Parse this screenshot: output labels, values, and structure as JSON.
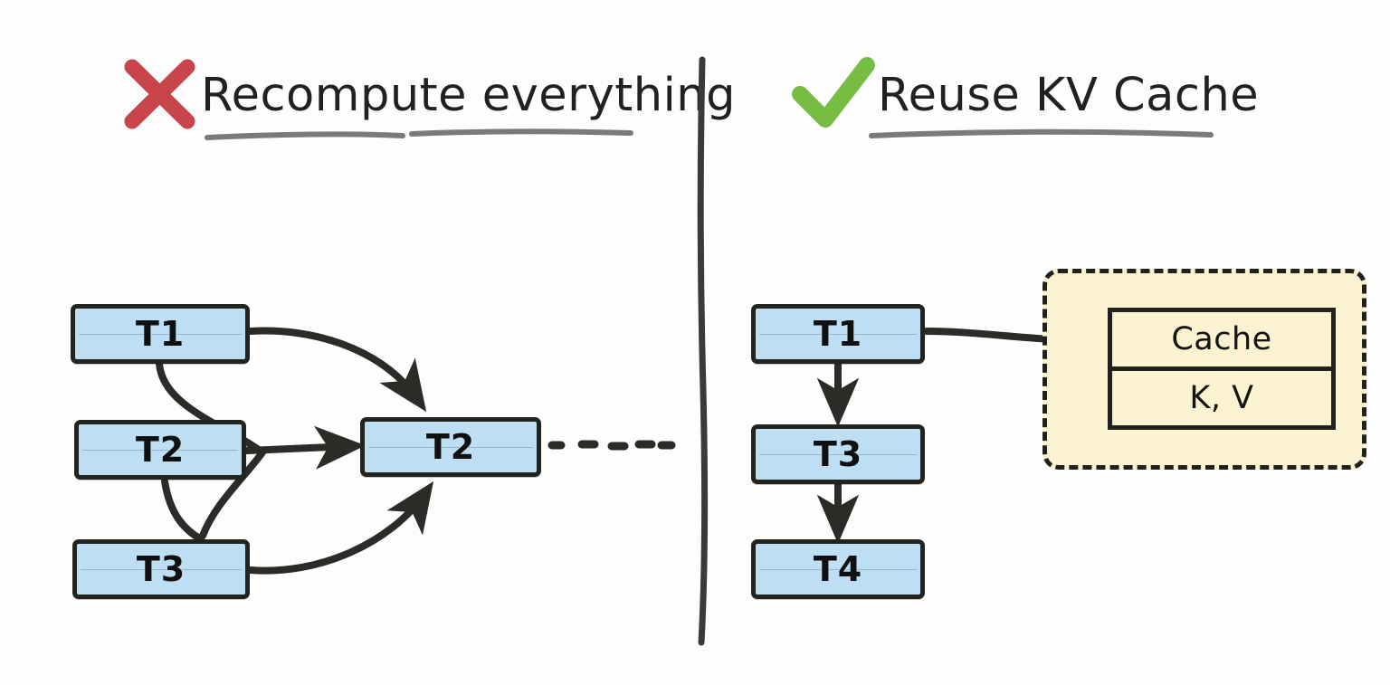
{
  "diagram": {
    "title_left": "Recompute everything",
    "title_right": "Reuse KV Cache",
    "icons": {
      "left": "red-x-icon",
      "right": "green-check-icon"
    },
    "colors": {
      "node_fill": "#bedff3",
      "node_stroke": "#24241f",
      "cache_fill": "#fbf2d2",
      "cache_stroke": "#20201c",
      "red_x": "#c8454c",
      "green_check": "#77bd43",
      "ink": "#2b2b28",
      "divider": "#3a3a37",
      "rule": "#8fb6cd"
    },
    "left_panel": {
      "name": "recompute-everything",
      "source_nodes": [
        {
          "id": "t1",
          "label": "T1"
        },
        {
          "id": "t2",
          "label": "T2"
        },
        {
          "id": "t3",
          "label": "T3"
        }
      ],
      "target_node": {
        "id": "t2-out",
        "label": "T2"
      },
      "edges": [
        {
          "from": "T1",
          "to": "T2",
          "style": "curved-arrow"
        },
        {
          "from": "T2",
          "to": "T2",
          "style": "straight-arrow"
        },
        {
          "from": "T3",
          "to": "T2",
          "style": "curved-arrow"
        }
      ],
      "trailing_dashes": 5
    },
    "right_panel": {
      "name": "reuse-kv-cache",
      "chain_nodes": [
        {
          "id": "r-t1",
          "label": "T1"
        },
        {
          "id": "r-t3",
          "label": "T3"
        },
        {
          "id": "r-t4",
          "label": "T4"
        }
      ],
      "edges": [
        {
          "from": "T1",
          "to": "T3",
          "style": "straight-arrow-down"
        },
        {
          "from": "T3",
          "to": "T4",
          "style": "straight-arrow-down"
        },
        {
          "from": "T1",
          "to": "Cache",
          "style": "straight-arrow-right"
        }
      ],
      "cache": {
        "header": "Cache",
        "body": "K, V"
      }
    }
  }
}
